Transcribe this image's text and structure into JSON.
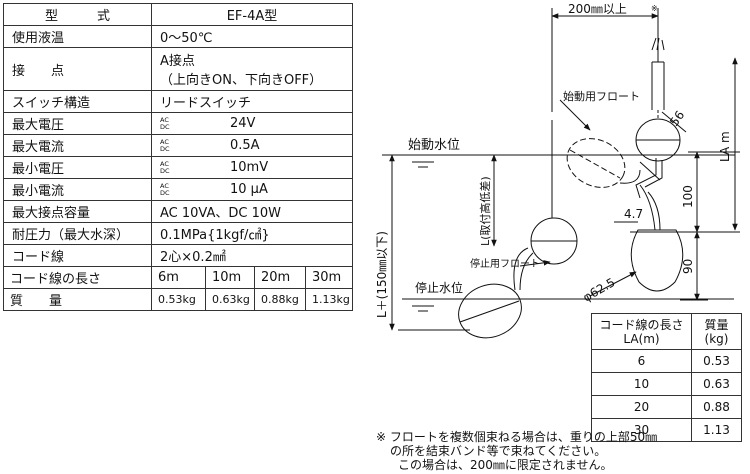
{
  "spec_table": {
    "header": {
      "label": "型　　　式",
      "value": "EF-4A型"
    },
    "rows": [
      {
        "label": "使用液温",
        "value": "0～50℃"
      },
      {
        "label": "接　　点",
        "value1": "A接点",
        "value2": "（上向きON、下向きOFF）"
      },
      {
        "label": "スイッチ構造",
        "value": "リードスイッチ"
      },
      {
        "label": "最大電圧",
        "ac": "AC",
        "dc": "DC",
        "value": "24V"
      },
      {
        "label": "最大電流",
        "ac": "AC",
        "dc": "DC",
        "value": "0.5A"
      },
      {
        "label": "最小電圧",
        "ac": "AC",
        "dc": "DC",
        "value": "10mV"
      },
      {
        "label": "最小電流",
        "ac": "AC",
        "dc": "DC",
        "value": "10 μA"
      },
      {
        "label": "最大接点容量",
        "value": "AC 10VA、DC 10W"
      },
      {
        "label": "耐圧力（最大水深）",
        "value": "0.1MPa{1kgf/㎠}"
      },
      {
        "label": "コード線",
        "value": "2心×0.2㎟"
      }
    ],
    "cord_length": {
      "label": "コード線の長さ",
      "values": [
        "6m",
        "10m",
        "20m",
        "30m"
      ]
    },
    "mass": {
      "label": "質　　量",
      "values": [
        "0.53kg",
        "0.63kg",
        "0.88kg",
        "1.13kg"
      ]
    }
  },
  "diagram": {
    "dim_top": "200㎜以上",
    "asterisk": "※",
    "start_float": "始動用フロート",
    "stop_float": "停止用フロート",
    "start_level": "始動水位",
    "stop_level": "停止水位",
    "dim_la": "LA m",
    "dim_56": "56",
    "dim_100": "100",
    "dim_90": "90",
    "dim_4_7": "4.7",
    "dim_dia": "φ62.5",
    "dim_l": "L(取付高低差)",
    "dim_l_total": "L＋(150㎜以下)"
  },
  "mass_table": {
    "header_length": "コード線の長さ LA(m)",
    "header_mass": "質量 (kg)",
    "rows": [
      {
        "length": "6",
        "mass": "0.53"
      },
      {
        "length": "10",
        "mass": "0.63"
      },
      {
        "length": "20",
        "mass": "0.88"
      },
      {
        "length": "30",
        "mass": "1.13"
      }
    ]
  },
  "note": {
    "line1": "※ フロートを複数個束ねる場合は、重りの上部50㎜",
    "line2": "の所を結束バンド等で束ねてください。",
    "line3": "この場合は、200㎜に限定されません。"
  }
}
